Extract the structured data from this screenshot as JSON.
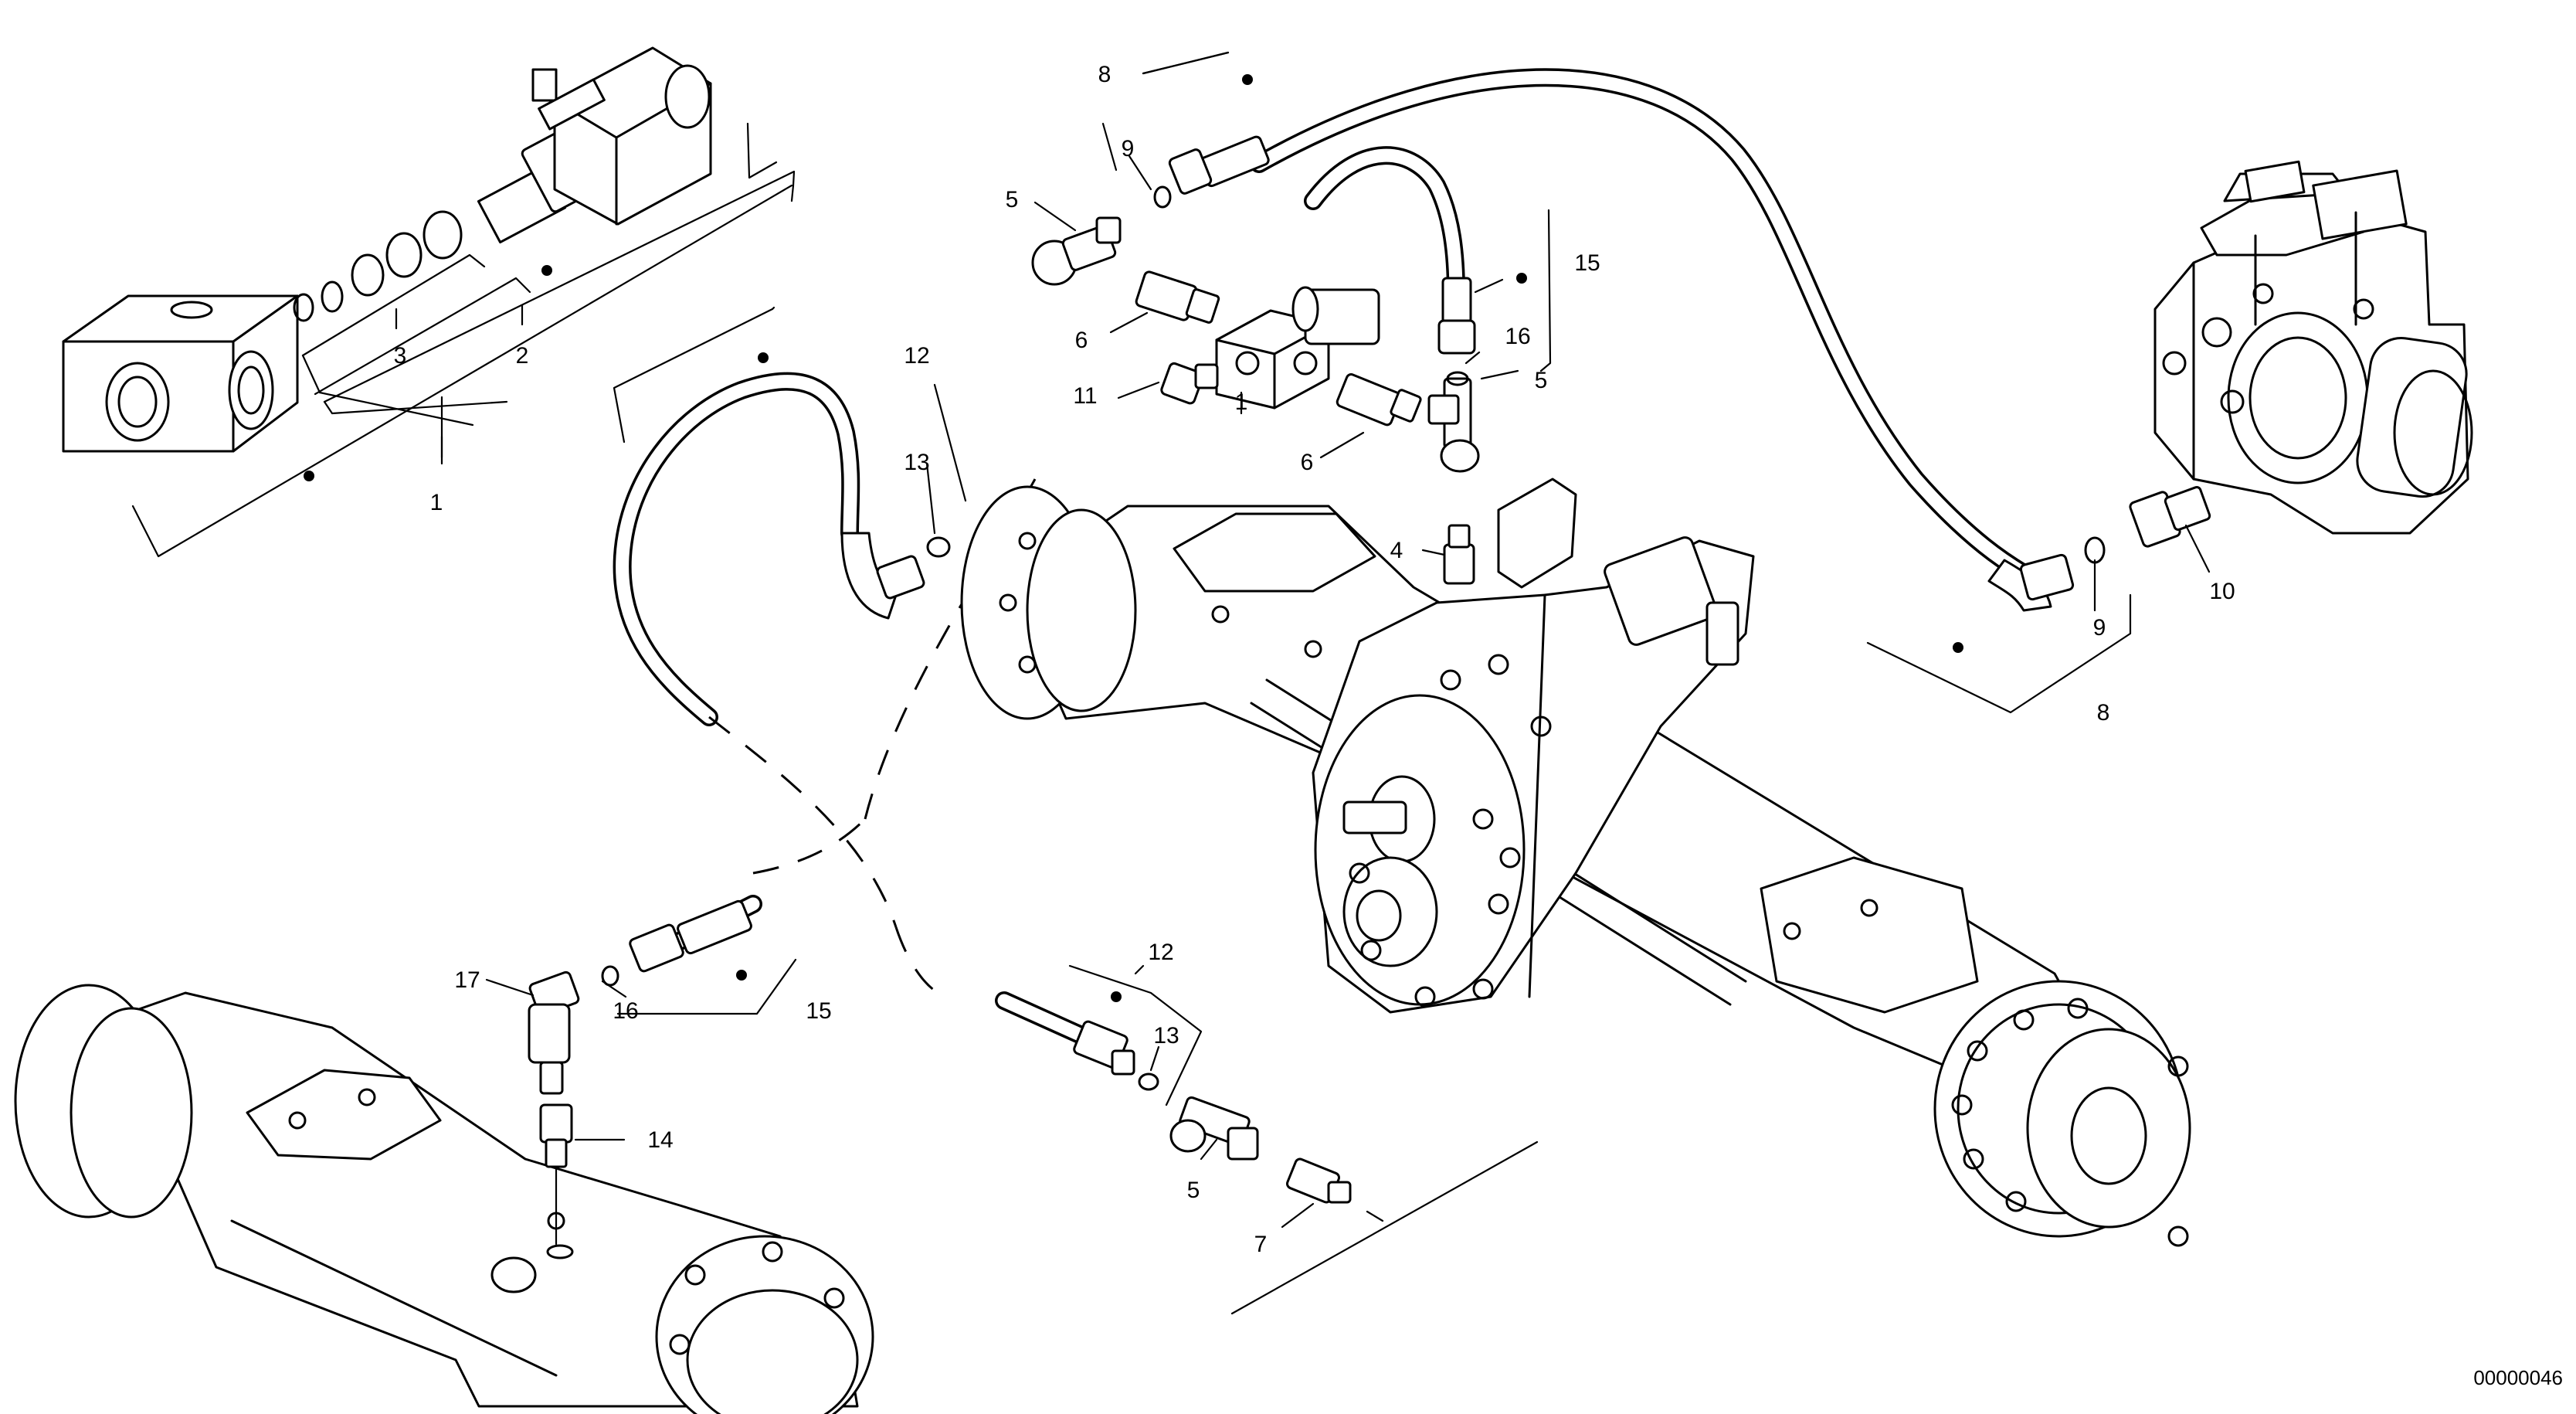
{
  "callouts": {
    "c_1_top": "1",
    "c_2": "2",
    "c_3": "3",
    "c_8_top": "8",
    "c_9_top": "9",
    "c_5_top": "5",
    "c_6_top": "6",
    "c_11": "11",
    "c_1_mid": "1",
    "c_6_mid": "6",
    "c_15_top": "15",
    "c_16_top": "16",
    "c_5_mid": "5",
    "c_4": "4",
    "c_12_top": "12",
    "c_13_top": "13",
    "c_9_right": "9",
    "c_10": "10",
    "c_8_right": "8",
    "c_17": "17",
    "c_16_bot": "16",
    "c_15_bot": "15",
    "c_14": "14",
    "c_12_bot": "12",
    "c_13_bot": "13",
    "c_5_bot": "5",
    "c_7": "7"
  },
  "drawing_code": "00000046",
  "icons": {
    "valve_block": "valve-block-icon",
    "solenoid_valve": "solenoid-valve-icon",
    "hydraulic_pump": "hydraulic-pump-icon",
    "axle": "axle-icon",
    "gearbox": "gearbox-icon",
    "hose": "hydraulic-hose-icon",
    "fitting": "fitting-icon",
    "seal_ring": "seal-ring-icon",
    "tee_fitting": "tee-fitting-icon",
    "elbow_fitting": "elbow-fitting-icon",
    "pressure_switch": "pressure-switch-icon"
  }
}
